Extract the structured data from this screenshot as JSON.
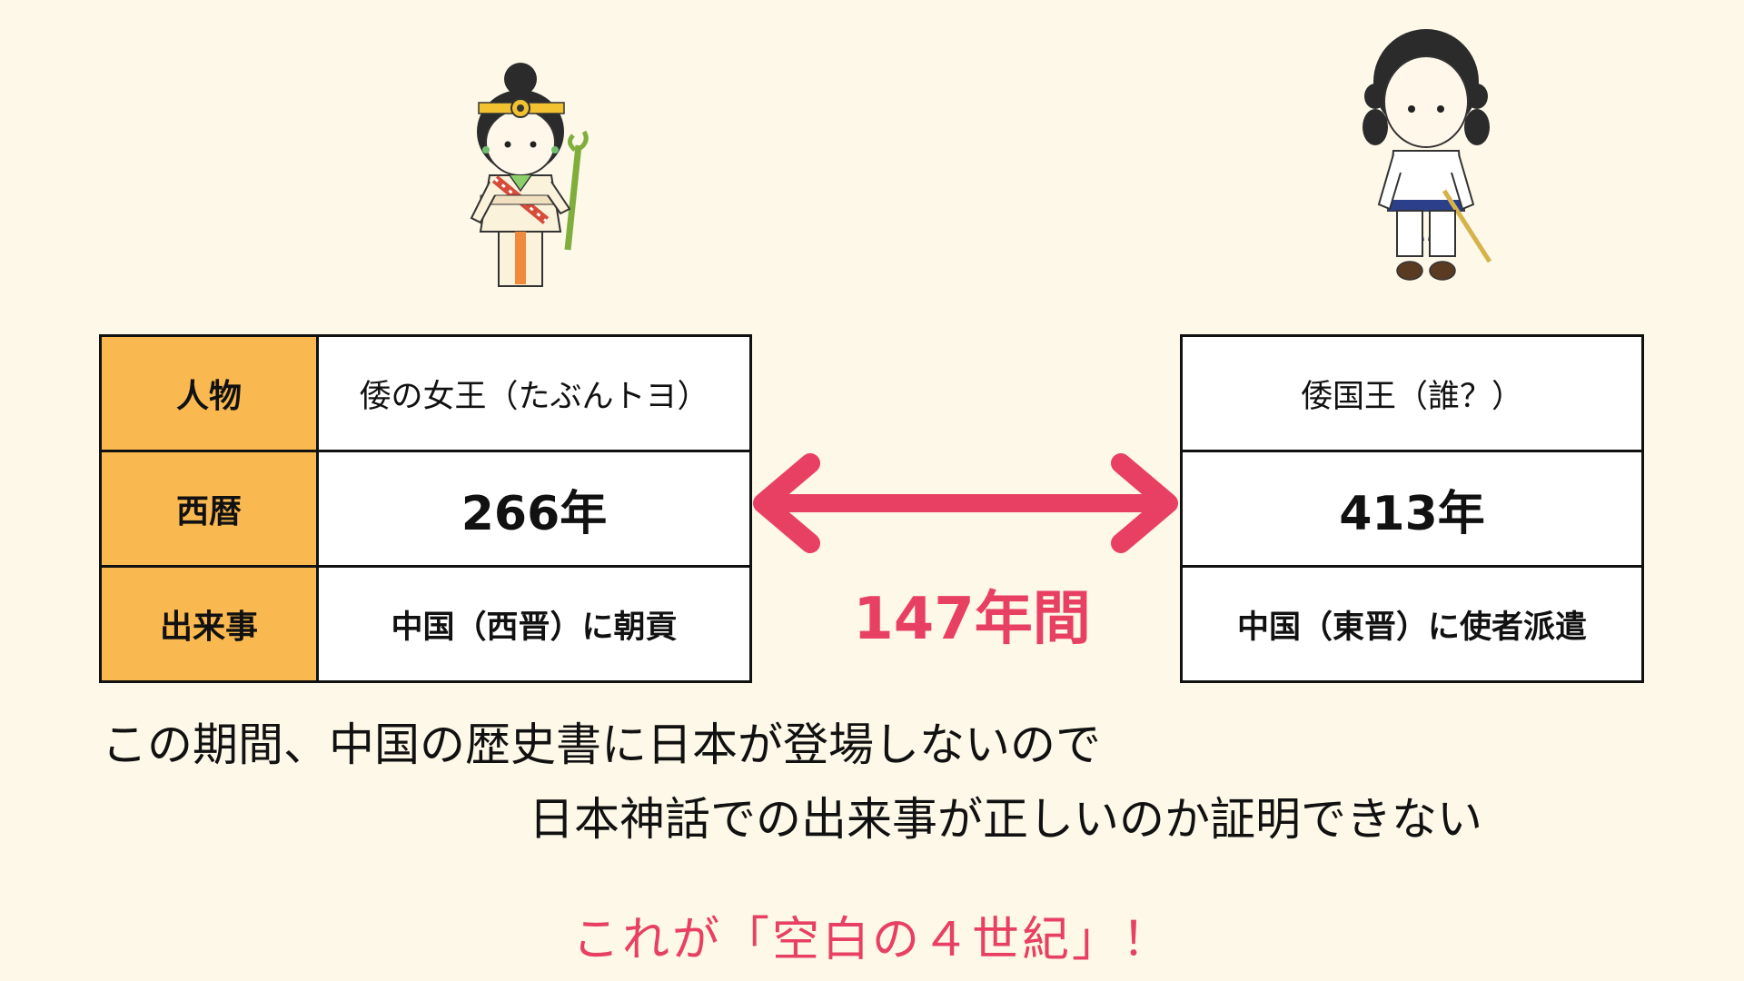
{
  "left": {
    "headers": {
      "person": "人物",
      "year": "西暦",
      "event": "出来事"
    },
    "person": "倭の女王（たぶんトヨ）",
    "year": "266年",
    "event": "中国（西晋）に朝貢"
  },
  "right": {
    "person": "倭国王（誰？）",
    "year": "413年",
    "event": "中国（東晋）に使者派遣"
  },
  "gap_label": "147年間",
  "text": {
    "line1": "この期間、中国の歴史書に日本が登場しないので",
    "line2": "日本神話での出来事が正しいのか証明できない",
    "conclusion": "これが「空白の４世紀」！"
  },
  "colors": {
    "accent": "#e84063",
    "header_fill": "#f9b850",
    "background": "#fdf8e8"
  }
}
